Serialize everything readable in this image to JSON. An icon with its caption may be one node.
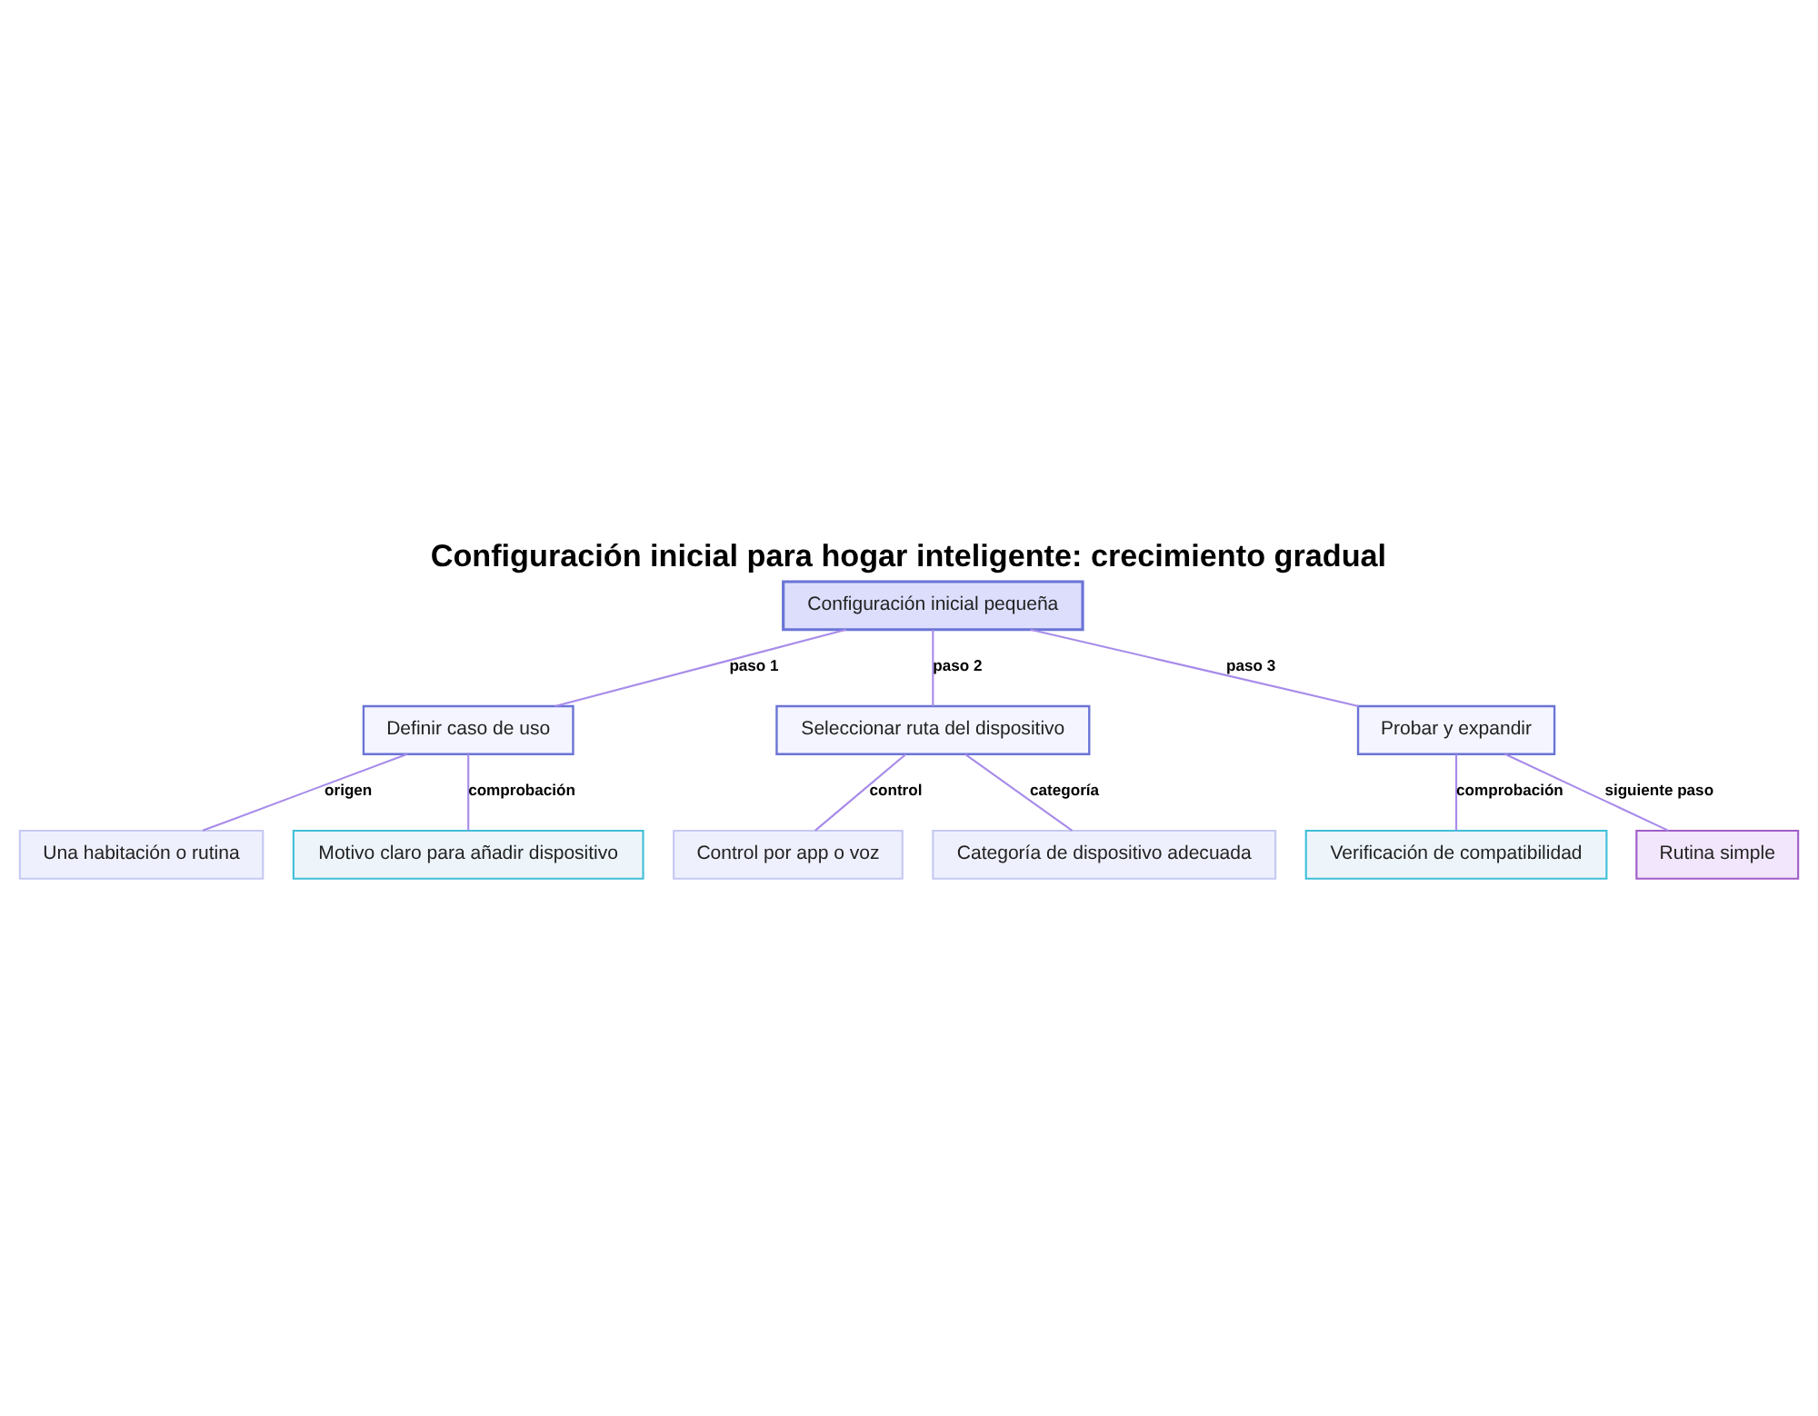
{
  "diagram": {
    "title": "Configuración inicial para hogar inteligente: crecimiento gradual",
    "nodes": [
      {
        "text": [
          "Configuración inicial pequeña"
        ]
      },
      {
        "text": [
          "Definir caso de uso"
        ]
      },
      {
        "text": [
          "Seleccionar ruta del dispositivo"
        ]
      },
      {
        "text": [
          "Probar y expandir"
        ]
      },
      {
        "text": [
          "Una habitación o rutina"
        ]
      },
      {
        "text": [
          "Motivo claro para añadir dispositivo"
        ]
      },
      {
        "text": [
          "Control por app o voz"
        ]
      },
      {
        "text": [
          "Categoría de dispositivo adecuada"
        ]
      },
      {
        "text": [
          "Verificación de compatibilidad"
        ]
      },
      {
        "text": [
          "Rutina simple"
        ]
      }
    ],
    "edges": [
      {
        "from": 0,
        "to": 1,
        "arrow": "none",
        "label": "paso 1"
      },
      {
        "from": 0,
        "to": 2,
        "arrow": "none",
        "label": "paso 2"
      },
      {
        "from": 0,
        "to": 3,
        "arrow": "none",
        "label": "paso 3"
      },
      {
        "from": 1,
        "to": 4,
        "arrow": "none",
        "label": "origen"
      },
      {
        "from": 1,
        "to": 5,
        "arrow": "none",
        "label": "comprobación"
      },
      {
        "from": 2,
        "to": 6,
        "arrow": "none",
        "label": "control"
      },
      {
        "from": 2,
        "to": 7,
        "arrow": "none",
        "label": "categoría"
      },
      {
        "from": 3,
        "to": 8,
        "arrow": "none",
        "label": "comprobación"
      },
      {
        "from": 3,
        "to": 9,
        "arrow": "none",
        "label": "siguiente paso"
      }
    ]
  }
}
